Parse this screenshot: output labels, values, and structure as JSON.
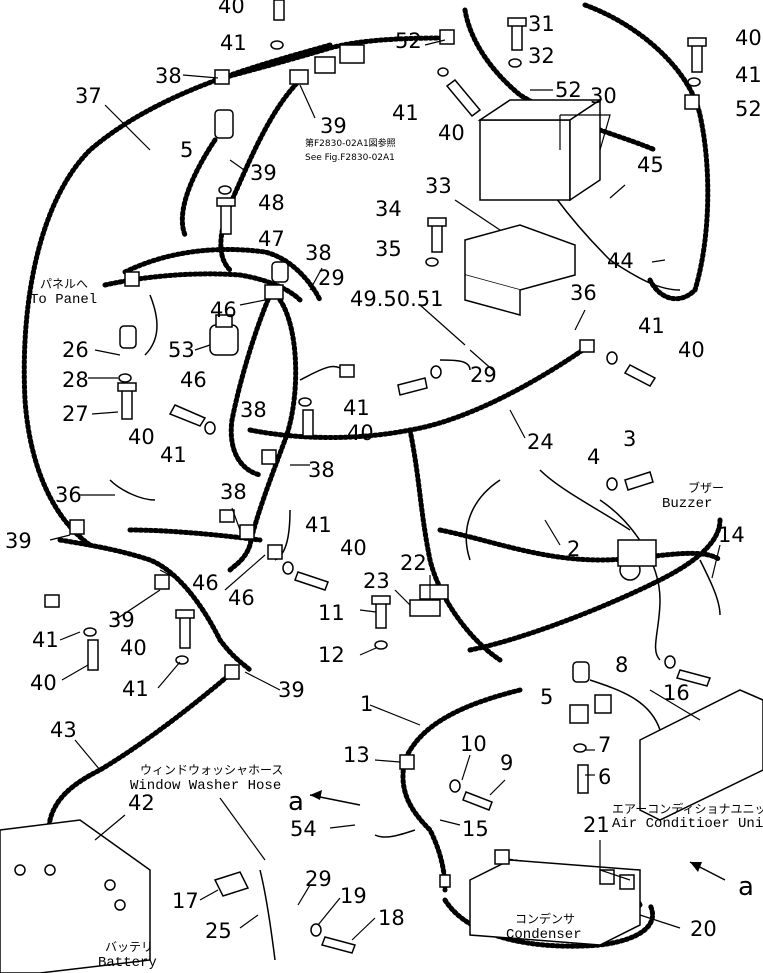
{
  "labels": {
    "to_panel_jp": "パネルへ",
    "to_panel_en": "To Panel",
    "fig_ref_jp": "第F2830-02A1図参照",
    "fig_ref_en": "See Fig.F2830-02A1",
    "buzzer_jp": "ブザー",
    "buzzer_en": "Buzzer",
    "washer_jp": "ウィンドウォッシャホース",
    "washer_en": "Window Washer Hose",
    "aircon_jp": "エアーコンディショナユニット",
    "aircon_en": "Air Conditioer Unit",
    "condenser_jp": "コンデンサ",
    "condenser_en": "Condenser",
    "battery_jp": "バッテリ",
    "battery_en": "Battery",
    "arrow_a_left": "a",
    "arrow_a_right": "a"
  },
  "callouts": [
    "40",
    "41",
    "38",
    "37",
    "5",
    "39",
    "39",
    "48",
    "47",
    "52",
    "31",
    "32",
    "52",
    "41",
    "40",
    "30",
    "33",
    "45",
    "40",
    "41",
    "52",
    "34",
    "35",
    "44",
    "38",
    "29",
    "46",
    "53",
    "26",
    "28",
    "27",
    "49.50.51",
    "36",
    "41",
    "40",
    "29",
    "46",
    "38",
    "41",
    "40",
    "40",
    "41",
    "38",
    "24",
    "36",
    "38",
    "3",
    "4",
    "39",
    "41",
    "40",
    "46",
    "46",
    "2",
    "39",
    "41",
    "40",
    "22",
    "23",
    "11",
    "12",
    "14",
    "40",
    "41",
    "39",
    "8",
    "5",
    "16",
    "1",
    "7",
    "6",
    "43",
    "42",
    "13",
    "10",
    "9",
    "54",
    "15",
    "21",
    "17",
    "29",
    "25",
    "19",
    "18",
    "20"
  ]
}
